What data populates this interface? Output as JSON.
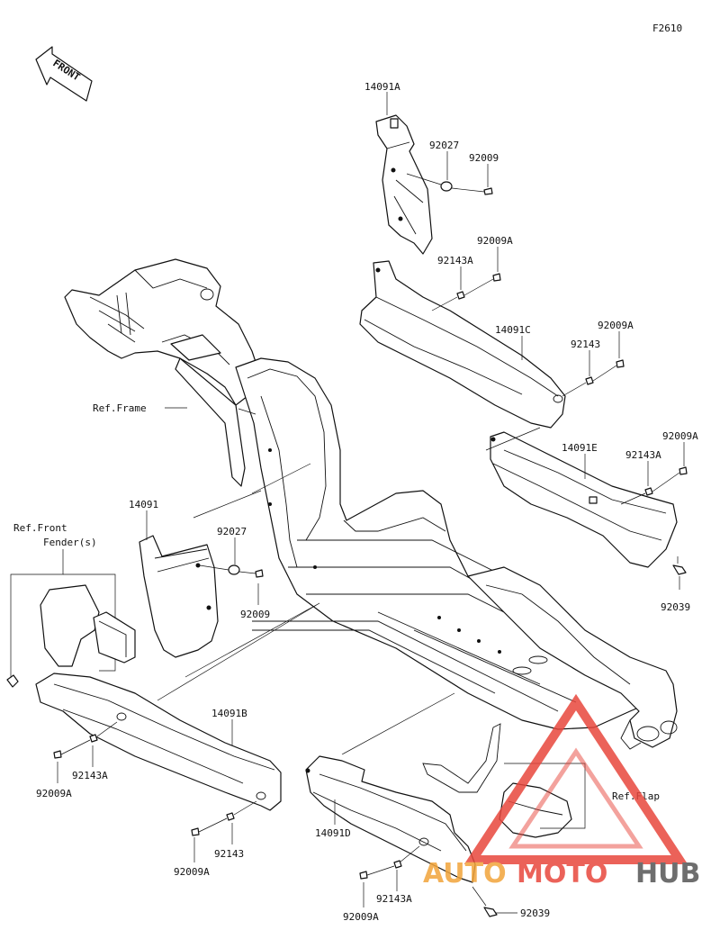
{
  "diagram_code": "F2610",
  "front_label": "FRONT",
  "parts": {
    "p14091A": "14091A",
    "p92027_top": "92027",
    "p92009_top": "92009",
    "p92009A_1": "92009A",
    "p92143A_1": "92143A",
    "p14091C": "14091C",
    "p92009A_2": "92009A",
    "p92143_1": "92143",
    "p92009A_3": "92009A",
    "p14091E": "14091E",
    "p92143A_2": "92143A",
    "p92039_1": "92039",
    "p14091": "14091",
    "p92027_mid": "92027",
    "p92009_mid": "92009",
    "p14091B": "14091B",
    "p92143A_3": "92143A",
    "p92009A_4": "92009A",
    "p92143_2": "92143",
    "p92009A_5": "92009A",
    "p14091D": "14091D",
    "p92143A_4": "92143A",
    "p92009A_6": "92009A",
    "p92039_2": "92039"
  },
  "refs": {
    "frame": "Ref.Frame",
    "front_fender_1": "Ref.Front",
    "front_fender_2": "Fender(s)",
    "flap": "Ref.Flap"
  },
  "watermark": {
    "part1": "AUTO",
    "part2": "MOTO",
    "part3": "HUB",
    "color_red": "#e8473d",
    "color_orange": "#f2a43a",
    "color_dark": "#555555"
  }
}
